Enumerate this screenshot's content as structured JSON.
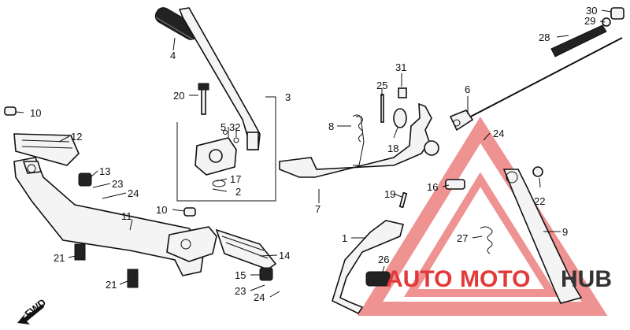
{
  "callouts": [
    {
      "id": "c1",
      "text": "1"
    },
    {
      "id": "c2",
      "text": "2"
    },
    {
      "id": "c3",
      "text": "3"
    },
    {
      "id": "c4",
      "text": "4"
    },
    {
      "id": "c5",
      "text": "5"
    },
    {
      "id": "c6",
      "text": "6"
    },
    {
      "id": "c7",
      "text": "7"
    },
    {
      "id": "c8",
      "text": "8"
    },
    {
      "id": "c9",
      "text": "9"
    },
    {
      "id": "c10a",
      "text": "10"
    },
    {
      "id": "c10b",
      "text": "10"
    },
    {
      "id": "c11",
      "text": "11"
    },
    {
      "id": "c12",
      "text": "12"
    },
    {
      "id": "c13",
      "text": "13"
    },
    {
      "id": "c14",
      "text": "14"
    },
    {
      "id": "c15",
      "text": "15"
    },
    {
      "id": "c16",
      "text": "16"
    },
    {
      "id": "c17",
      "text": "17"
    },
    {
      "id": "c18",
      "text": "18"
    },
    {
      "id": "c19",
      "text": "19"
    },
    {
      "id": "c20",
      "text": "20"
    },
    {
      "id": "c21a",
      "text": "21"
    },
    {
      "id": "c21b",
      "text": "21"
    },
    {
      "id": "c22",
      "text": "22"
    },
    {
      "id": "c23a",
      "text": "23"
    },
    {
      "id": "c23b",
      "text": "23"
    },
    {
      "id": "c24a",
      "text": "24"
    },
    {
      "id": "c24b",
      "text": "24"
    },
    {
      "id": "c24c",
      "text": "24"
    },
    {
      "id": "c25",
      "text": "25"
    },
    {
      "id": "c26",
      "text": "26"
    },
    {
      "id": "c27",
      "text": "27"
    },
    {
      "id": "c28",
      "text": "28"
    },
    {
      "id": "c29",
      "text": "29"
    },
    {
      "id": "c30",
      "text": "30"
    },
    {
      "id": "c31",
      "text": "31"
    },
    {
      "id": "c32",
      "text": "32"
    }
  ],
  "fwd_label": "FWD",
  "watermark": {
    "word_auto": "AUTO",
    "word_moto": "MOTO",
    "word_hub": "HUB",
    "accent_color": "#e23a3a",
    "dark_color": "#333333"
  }
}
